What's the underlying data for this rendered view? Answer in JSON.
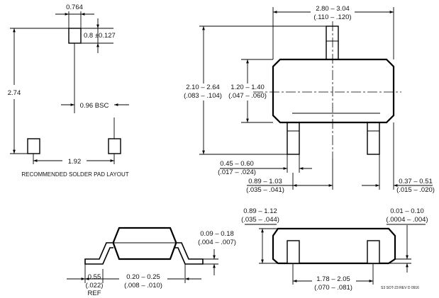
{
  "pad_layout": {
    "pad_width": "0.764",
    "pad_height": "0.8 ±0.127",
    "pad_span": "2.74",
    "pad_pitch": "0.96 BSC",
    "pad_spread": "1.92",
    "caption": "RECOMMENDED SOLDER PAD LAYOUT"
  },
  "top_view": {
    "overall_width_mm": "2.80 – 3.04",
    "overall_width_in": "(.110 – .120)",
    "overall_length_mm": "2.10 – 2.64",
    "overall_length_in": "(.083 – .104)",
    "body_width_mm": "1.20 – 1.40",
    "body_width_in": "(.047 – .060)",
    "lead_width_mm": "0.45 – 0.60",
    "lead_width_in": "(.017 – .024)",
    "lead_span_mm": "0.89 – 1.03",
    "lead_span_in": "(.035 – .041)",
    "lead_length_mm": "0.37 – 0.51",
    "lead_length_in": "(.015 – .020)"
  },
  "side_view": {
    "foot_length_mm": "0.55",
    "foot_length_in": "(.022)",
    "foot_ref": "REF",
    "foot_contact_mm": "0.20 – 0.25",
    "foot_contact_in": "(.008 – .010)",
    "lead_thickness_mm": "0.09 – 0.18",
    "lead_thickness_in": "(.004 – .007)"
  },
  "end_view": {
    "height_mm": "0.89 – 1.12",
    "height_in": "(.035 – .044)",
    "standoff_mm": "0.01 – 0.10",
    "standoff_in": "(.0004 – .004)",
    "lead_pitch_mm": "1.78 – 2.05",
    "lead_pitch_in": "(.070 – .081)",
    "revision": "S3 SOT-23 REV D 0916"
  }
}
